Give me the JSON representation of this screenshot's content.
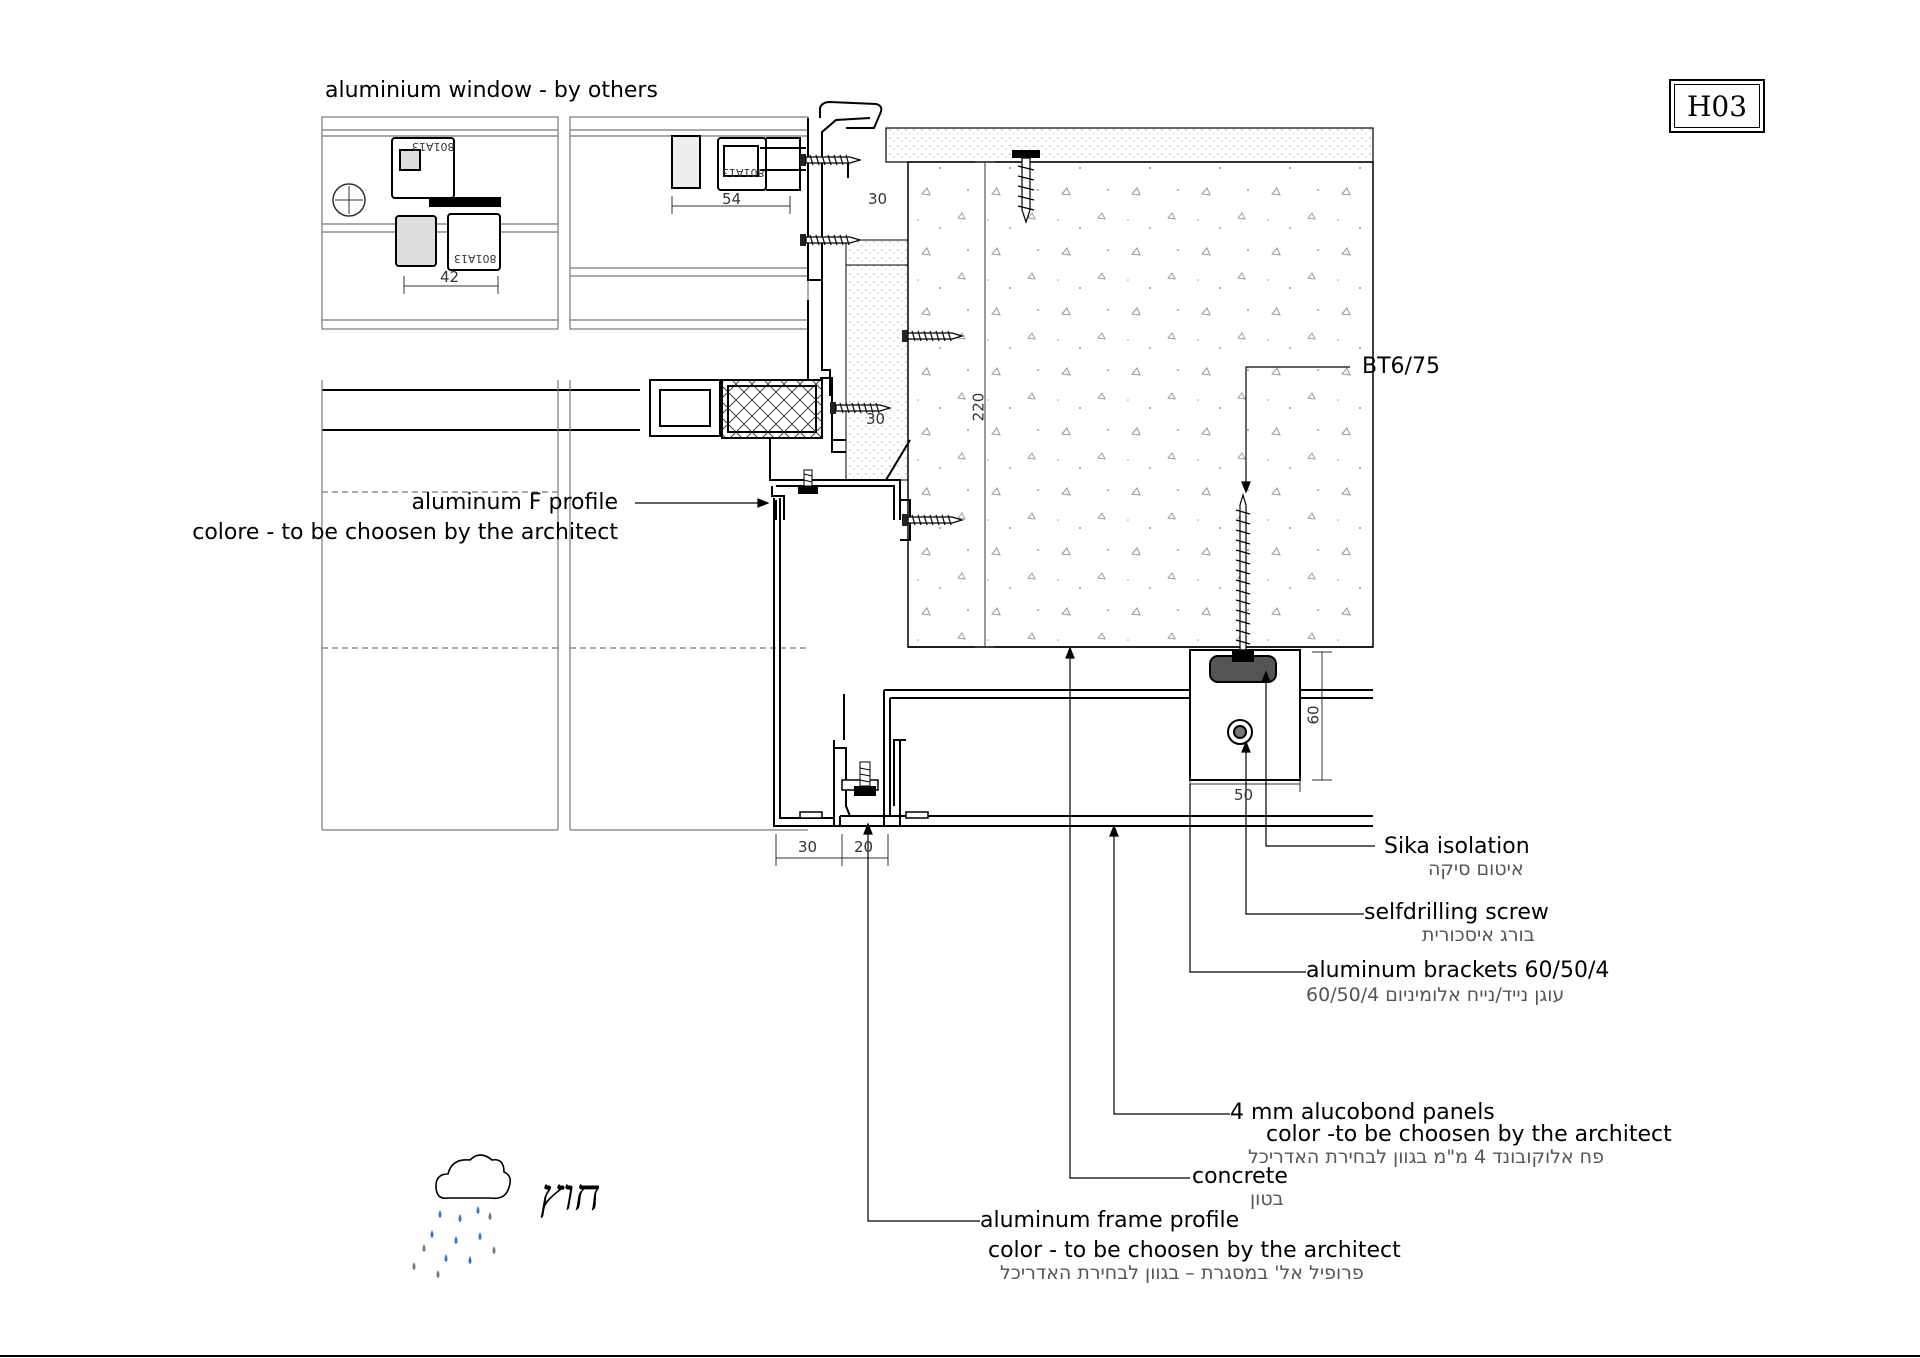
{
  "sheet": {
    "code": "H03"
  },
  "labels": {
    "aluminium_window": "aluminium window - by others",
    "f_profile_line1": "aluminum F profile",
    "f_profile_line2": "colore - to be choosen by the architect",
    "bt_screw": "BT6/75",
    "sika_en": "Sika isolation",
    "sika_he": "איטום סיקה",
    "selfdrilling_en": "selfdrilling screw",
    "selfdrilling_he": "בורג איסכורית",
    "brackets_en": "aluminum brackets 60/50/4",
    "brackets_he": "עוגן נייד/נייח אלומיניום 60/50/4",
    "alucobond_en1": "4 mm alucobond panels",
    "alucobond_en2": "color -to be choosen by the architect",
    "alucobond_he": "פח אלוקובונד 4 מ\"מ בגוון לבחירת האדריכל",
    "concrete_en": "concrete",
    "concrete_he": "בטון",
    "frame_en1": "aluminum frame profile",
    "frame_en2": "color - to be choosen by the architect",
    "frame_he": "פרופיל אל' במסגרת – בגוון לבחירת האדריכל",
    "outside": "חוץ"
  },
  "dimensions": {
    "d54": "54",
    "d42": "42",
    "d30_top": "30",
    "d30_mid": "30",
    "d220": "220",
    "d60": "60",
    "d50": "50",
    "d30_bottom": "30",
    "d20_bottom": "20"
  },
  "profile_codes": {
    "code_a": "801A13",
    "code_b": "801A13",
    "code_c": "801A13"
  },
  "colors": {
    "line": "#000000",
    "hatch": "#9a9a9a",
    "rain_blue": "#3a6fd8",
    "rain_gray": "#777777"
  }
}
